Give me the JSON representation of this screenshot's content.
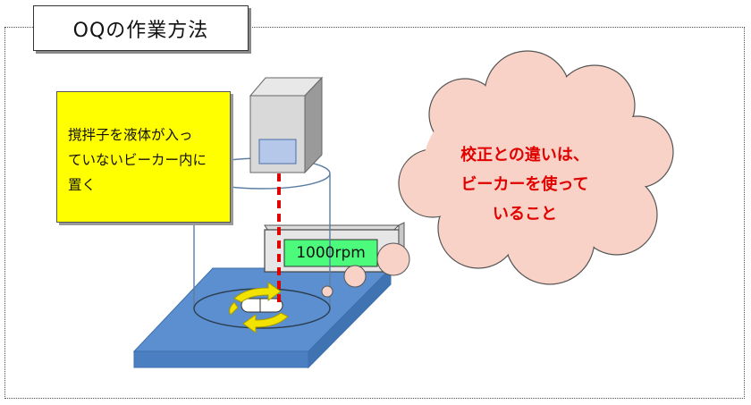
{
  "title": "OQの作業方法",
  "note": {
    "lines": [
      "撹拌子を液体が入っ",
      "ていないビーカー内に",
      "置く"
    ]
  },
  "cloud": {
    "lines": [
      "校正との違いは、",
      "ビーカーを使って",
      "いること"
    ]
  },
  "display": {
    "value": "1000rpm"
  },
  "colors": {
    "note_bg": "#ffff00",
    "cloud_fill": "#f8d2c6",
    "cloud_text": "#e00000",
    "plate": "#5b8fcf",
    "display_bg": "#4cfa7c",
    "laser": "#e00000",
    "arrows": "#f1e200"
  }
}
